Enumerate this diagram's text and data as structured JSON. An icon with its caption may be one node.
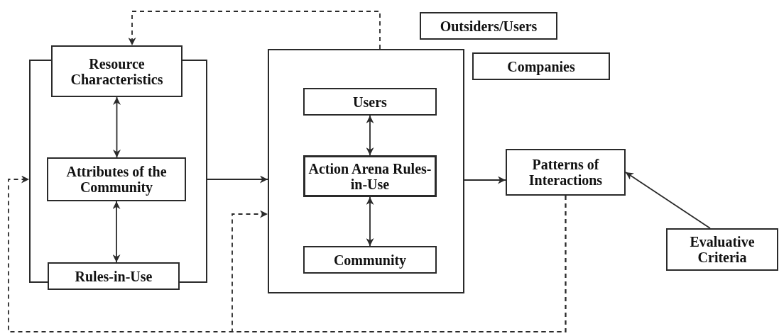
{
  "diagram": {
    "nodes": [
      {
        "text": [],
        "shape": "box"
      },
      {
        "text": [
          "Resource Characteristics"
        ],
        "in": 0
      },
      {
        "text": [
          "Attributes of the Community"
        ],
        "in": 0
      },
      {
        "text": [
          "Rules-in-Use"
        ],
        "in": 0
      },
      {
        "text": [],
        "shape": "box"
      },
      {
        "text": [
          "Users"
        ],
        "in": 4
      },
      {
        "text": [
          "Action Arena Rules-in-Use"
        ],
        "in": 4
      },
      {
        "text": [
          "Community"
        ],
        "in": 4
      },
      {
        "text": [
          "Outsiders/Users"
        ]
      },
      {
        "text": [
          "Companies"
        ]
      },
      {
        "text": [
          "Patterns of Interactions"
        ]
      },
      {
        "text": [
          "Evaluative Criteria"
        ]
      }
    ],
    "edges": [
      {
        "from": 1,
        "to": 2,
        "arrow": "both"
      },
      {
        "from": 2,
        "to": 3,
        "arrow": "both"
      },
      {
        "from": 0,
        "to": 4,
        "arrow": "to"
      },
      {
        "from": 5,
        "to": 6,
        "arrow": "both"
      },
      {
        "from": 6,
        "to": 7,
        "arrow": "both"
      },
      {
        "from": 4,
        "to": 10,
        "arrow": "to"
      },
      {
        "from": 11,
        "to": 10,
        "arrow": "to"
      },
      {
        "from": 4,
        "to": 1,
        "arrow": "to",
        "style": "dashed"
      },
      {
        "from": 10,
        "to": 0,
        "arrow": "to",
        "style": "dashed"
      },
      {
        "from": 10,
        "to": 4,
        "arrow": "to",
        "style": "dashed"
      }
    ]
  }
}
